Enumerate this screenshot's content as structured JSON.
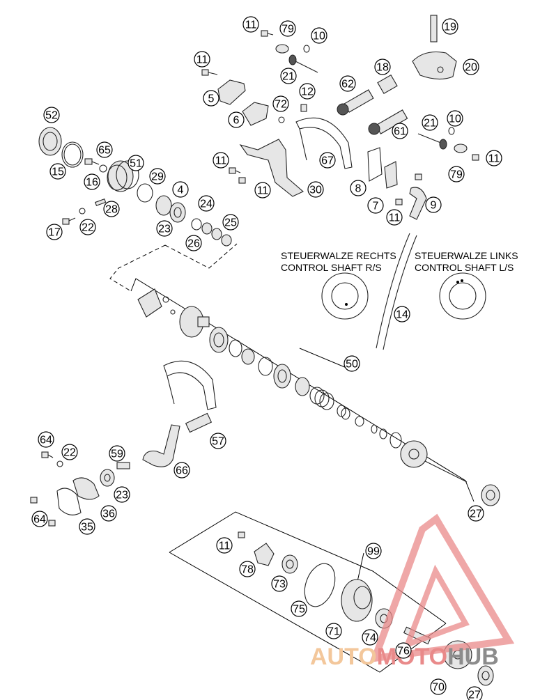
{
  "captions": {
    "right_de": "STEUERWALZE RECHTS",
    "right_en": "CONTROL SHAFT R/S",
    "left_de": "STEUERWALZE LINKS",
    "left_en": "CONTROL SHAFT L/S"
  },
  "watermark": {
    "part1": "AUTO",
    "part2": "MOTO",
    "part3": "HUB",
    "color_light": "#f3c79b",
    "color_red": "#e98a8a",
    "color_grey": "#8c8c8c"
  },
  "callouts": [
    "11",
    "79",
    "10",
    "19",
    "20",
    "11",
    "21",
    "18",
    "5",
    "62",
    "72",
    "12",
    "6",
    "52",
    "21",
    "10",
    "65",
    "61",
    "15",
    "51",
    "11",
    "29",
    "11",
    "67",
    "16",
    "79",
    "4",
    "8",
    "24",
    "30",
    "11",
    "7",
    "9",
    "17",
    "22",
    "28",
    "25",
    "23",
    "11",
    "26",
    "14",
    "50",
    "57",
    "64",
    "22",
    "59",
    "66",
    "23",
    "36",
    "64",
    "35",
    "27",
    "11",
    "99",
    "78",
    "73",
    "75",
    "71",
    "74",
    "76",
    "70",
    "27"
  ]
}
